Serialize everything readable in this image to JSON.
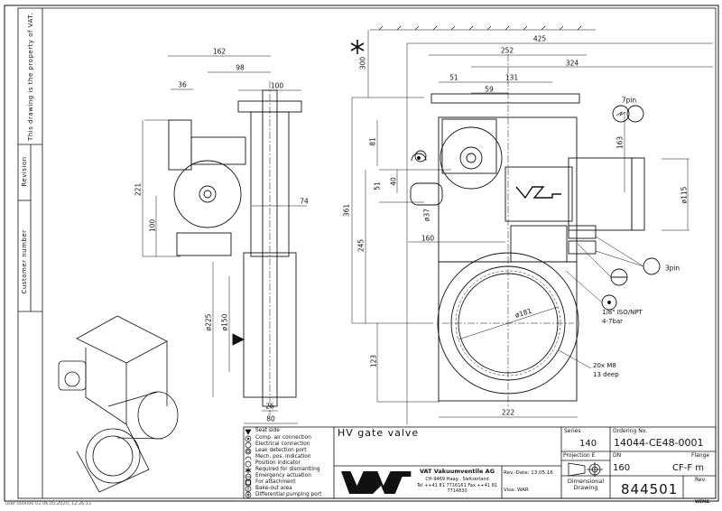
{
  "sidebar": {
    "property_note": "This drawing is the property of VAT.",
    "revision_label": "Revision",
    "customer_number_label": "Customer number"
  },
  "footer_stamp": "user 000000 01 06.05.2020, 12:26:11",
  "side_view": {
    "dims": [
      "162",
      "98",
      "36",
      "100",
      "221",
      "100",
      "74",
      "ø225",
      "ø150",
      "26",
      "80"
    ]
  },
  "front_view": {
    "dims": [
      "425",
      "300",
      "252",
      "324",
      "51",
      "131",
      "59",
      "81",
      "163",
      "51",
      "40",
      "ø37",
      "361",
      "245",
      "160",
      "ø181",
      "123",
      "222",
      "ø115"
    ],
    "callouts": {
      "pin7": "7pin",
      "pin3": "3pin",
      "air_thread": "1/8\" ISO/NPT",
      "air_pressure": "4-7bar",
      "holes": "20x M8",
      "hole_depth": "13 deep"
    },
    "logo_text": "VAT"
  },
  "legend": [
    {
      "icon": "seat-side-triangle",
      "label": "Seat side"
    },
    {
      "icon": "comp-air-circle-dot",
      "label": "Comp. air connection"
    },
    {
      "icon": "electrical-circle",
      "label": "Electrical connection"
    },
    {
      "icon": "leak-detection-circle",
      "label": "Leak detection port"
    },
    {
      "icon": "mech-pos-arc",
      "label": "Mech. pos. indication"
    },
    {
      "icon": "position-indicator",
      "label": "Position indicator"
    },
    {
      "icon": "asterisk",
      "label": "Required for dismantling"
    },
    {
      "icon": "emergency-circle-line",
      "label": "Emergency actuation"
    },
    {
      "icon": "square",
      "label": "For attachment"
    },
    {
      "icon": "bake-out",
      "label": "Bake-out area"
    },
    {
      "icon": "pumping-port",
      "label": "Differential pumping port"
    }
  ],
  "title_block": {
    "title": "HV gate valve",
    "series_label": "Series",
    "series": "140",
    "ordering_label": "Ordering No.",
    "ordering_no": "14044-CE48-0001",
    "projection_label": "Projection E",
    "dn_label": "DN",
    "dn": "160",
    "flange_label": "Flange",
    "flange": "CF-F m",
    "company": "VAT Vakuumventile AG",
    "address": "CH-9469 Haag , Switzerland",
    "contact": "Tel ++41 81 7716161 Fax ++41 81 7714830",
    "logo_text": "VAT",
    "rev_date": "Rev.-Date: 13.05.16",
    "visa": "Visa: WAR",
    "drawing_type": "Dimensional Drawing",
    "drawing_no": "844501",
    "rev_label": "Rev.",
    "sheet_code": "WEMA"
  }
}
